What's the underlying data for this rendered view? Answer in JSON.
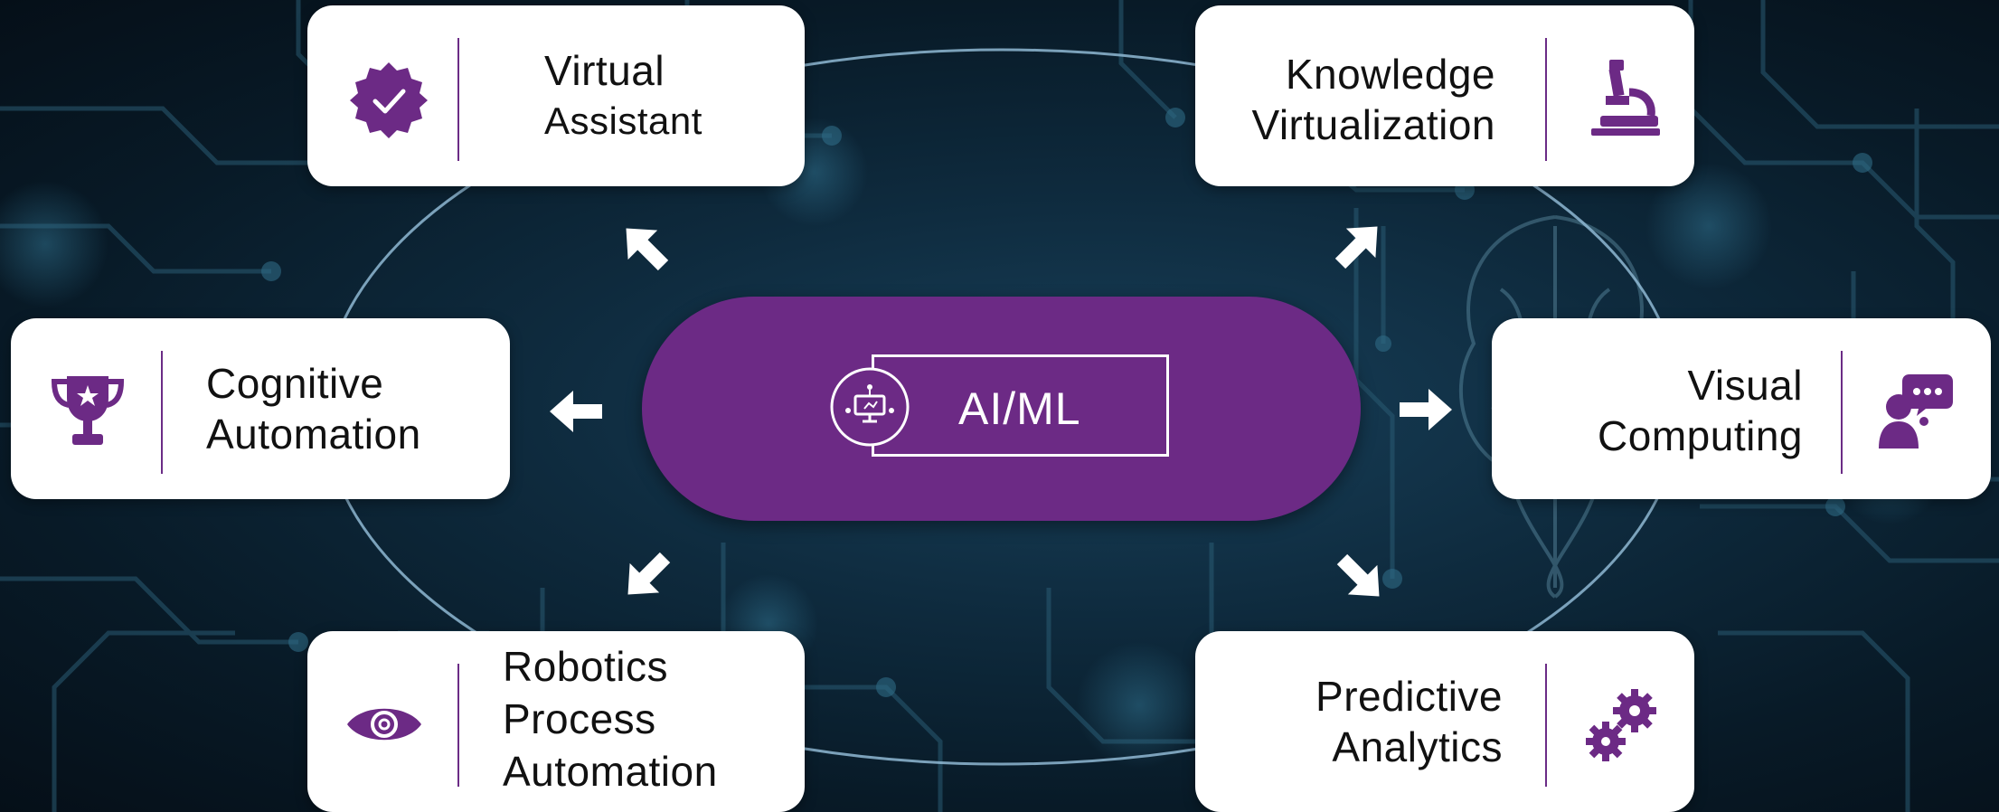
{
  "center": {
    "label": "AI/ML",
    "icon": "robot-monitor-icon"
  },
  "nodes": [
    {
      "id": "virtual-assistant",
      "lines": [
        "Virtual",
        "Assistant"
      ],
      "icon": "verified-badge-icon"
    },
    {
      "id": "knowledge-virtualization",
      "lines": [
        "Knowledge",
        "Virtualization"
      ],
      "icon": "microscope-icon"
    },
    {
      "id": "cognitive-automation",
      "lines": [
        "Cognitive",
        "Automation"
      ],
      "icon": "trophy-icon"
    },
    {
      "id": "visual-computing",
      "lines": [
        "Visual",
        "Computing"
      ],
      "icon": "person-speech-bubble-icon"
    },
    {
      "id": "robotics-process-automation",
      "lines": [
        "Robotics",
        "Process",
        "Automation"
      ],
      "icon": "eye-icon"
    },
    {
      "id": "predictive-analytics",
      "lines": [
        "Predictive",
        "Analytics"
      ],
      "icon": "gears-icon"
    }
  ],
  "colors": {
    "accent": "#6c2a85",
    "card": "#ffffff",
    "text": "#111111",
    "background": "#0b2233",
    "ring": "#8fb8d4"
  }
}
